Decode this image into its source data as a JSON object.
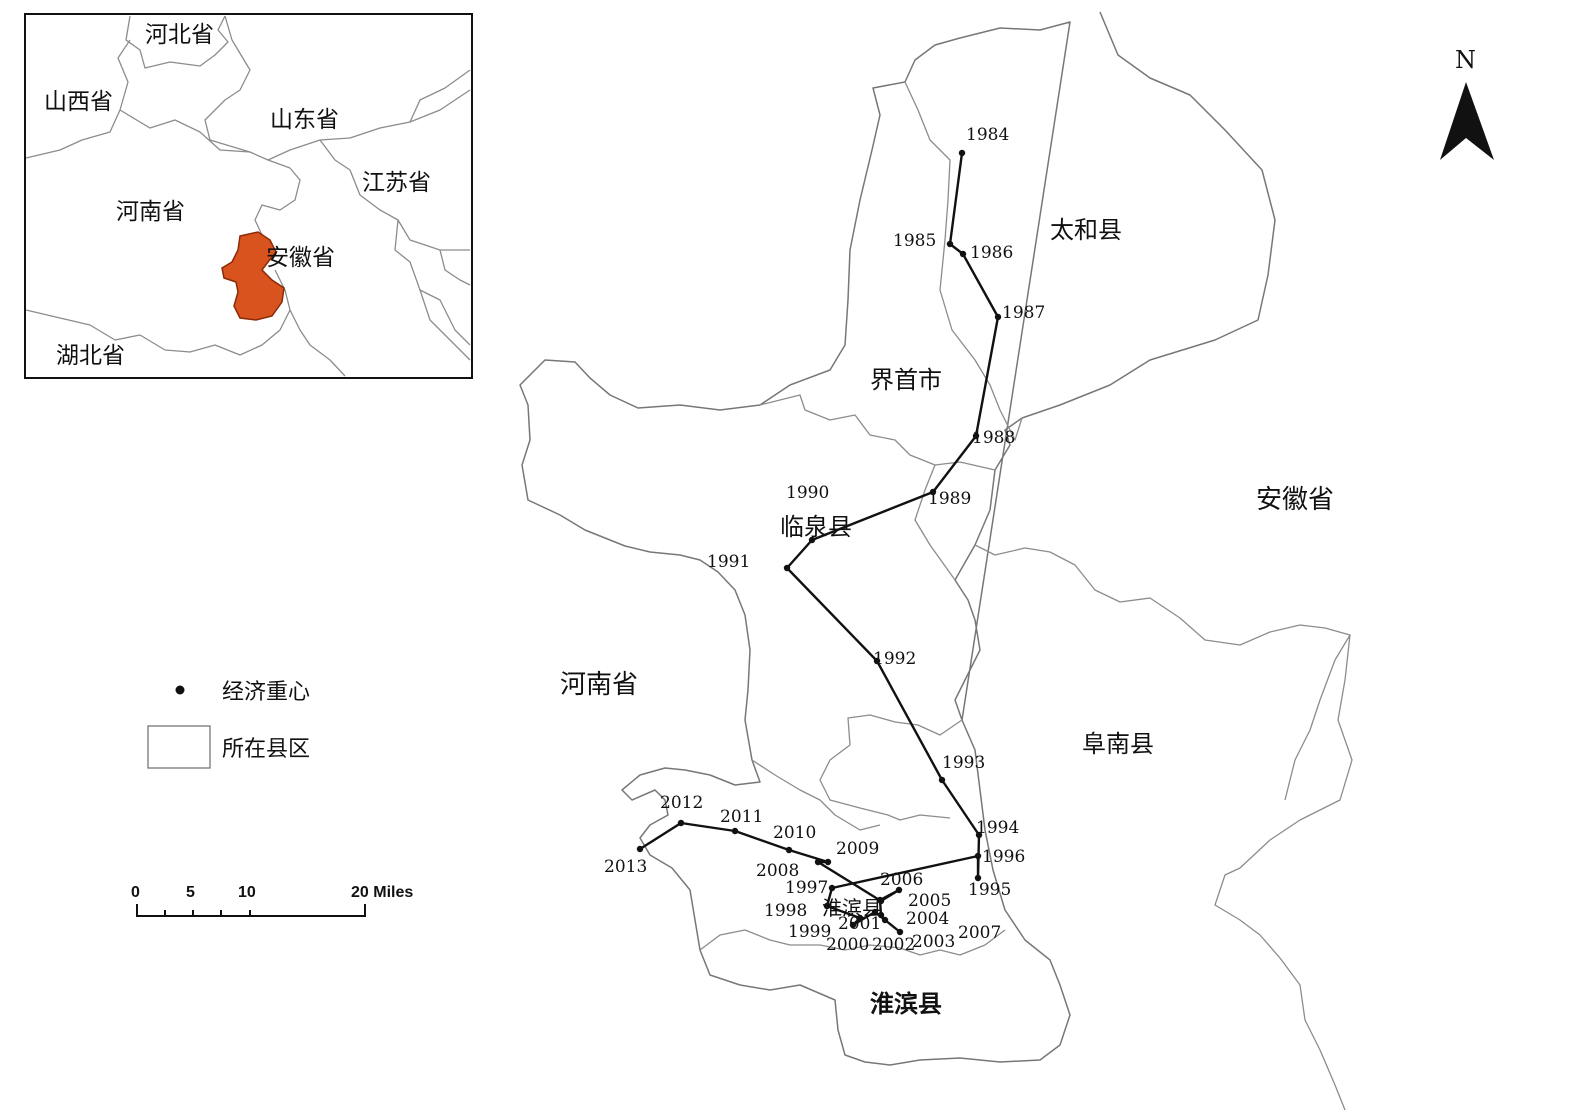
{
  "inset": {
    "labels": [
      {
        "id": "hebei",
        "text": "河北省"
      },
      {
        "id": "shanxi",
        "text": "山西省"
      },
      {
        "id": "shandong",
        "text": "山东省"
      },
      {
        "id": "jiangsu",
        "text": "江苏省"
      },
      {
        "id": "henan",
        "text": "河南省"
      },
      {
        "id": "anhui",
        "text": "安徽省"
      },
      {
        "id": "hubei",
        "text": "湖北省"
      }
    ],
    "highlight_color": "#d9531e"
  },
  "main_map": {
    "region_labels": [
      {
        "id": "taihe",
        "text": "太和县"
      },
      {
        "id": "jieshou",
        "text": "界首市"
      },
      {
        "id": "anhui",
        "text": "安徽省"
      },
      {
        "id": "linquan",
        "text": "临泉县"
      },
      {
        "id": "henan",
        "text": "河南省"
      },
      {
        "id": "funan",
        "text": "阜南县"
      },
      {
        "id": "huaibin-small",
        "text": "淮滨县"
      },
      {
        "id": "huaibin",
        "text": "淮滨县"
      }
    ],
    "north_label": "N",
    "years": [
      "1984",
      "1985",
      "1986",
      "1987",
      "1988",
      "1989",
      "1990",
      "1991",
      "1992",
      "1993",
      "1994",
      "1995",
      "1996",
      "1997",
      "1998",
      "1999",
      "2000",
      "2001",
      "2002",
      "2003",
      "2004",
      "2005",
      "2006",
      "2007",
      "2008",
      "2009",
      "2010",
      "2011",
      "2012",
      "2013"
    ]
  },
  "legend": {
    "point_label": "经济重心",
    "area_label": "所在县区"
  },
  "scale_bar": {
    "ticks": [
      "0",
      "5",
      "10"
    ],
    "end_label": "20 Miles"
  }
}
